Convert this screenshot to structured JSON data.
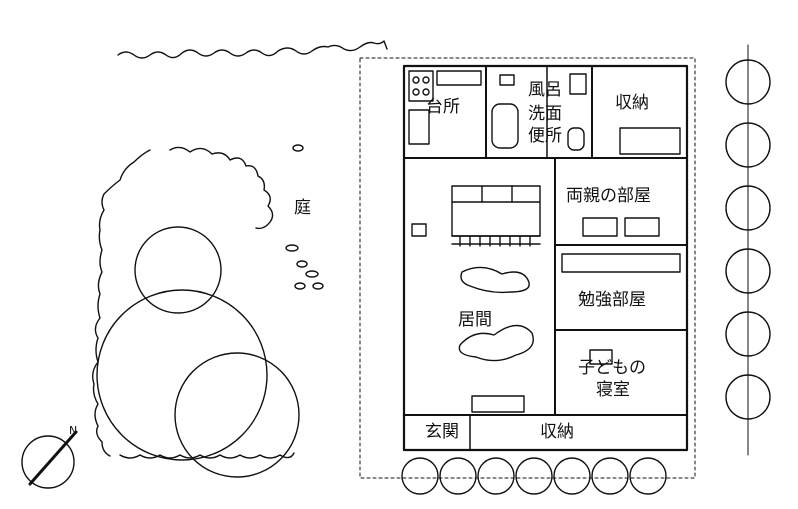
{
  "rooms": {
    "kitchen": "台所",
    "bath": "風呂",
    "washroom": "洗面",
    "toilet": "便所",
    "storage_top": "収納",
    "parents_room": "両親の部屋",
    "living": "居間",
    "study": "勉強部屋",
    "kids_room_1": "子どもの",
    "kids_room_2": "寝室",
    "entrance": "玄関",
    "storage_bottom": "収納",
    "garden": "庭"
  },
  "compass": {
    "north_label": "N"
  },
  "colors": {
    "ink": "#111111",
    "paper": "#ffffff"
  }
}
